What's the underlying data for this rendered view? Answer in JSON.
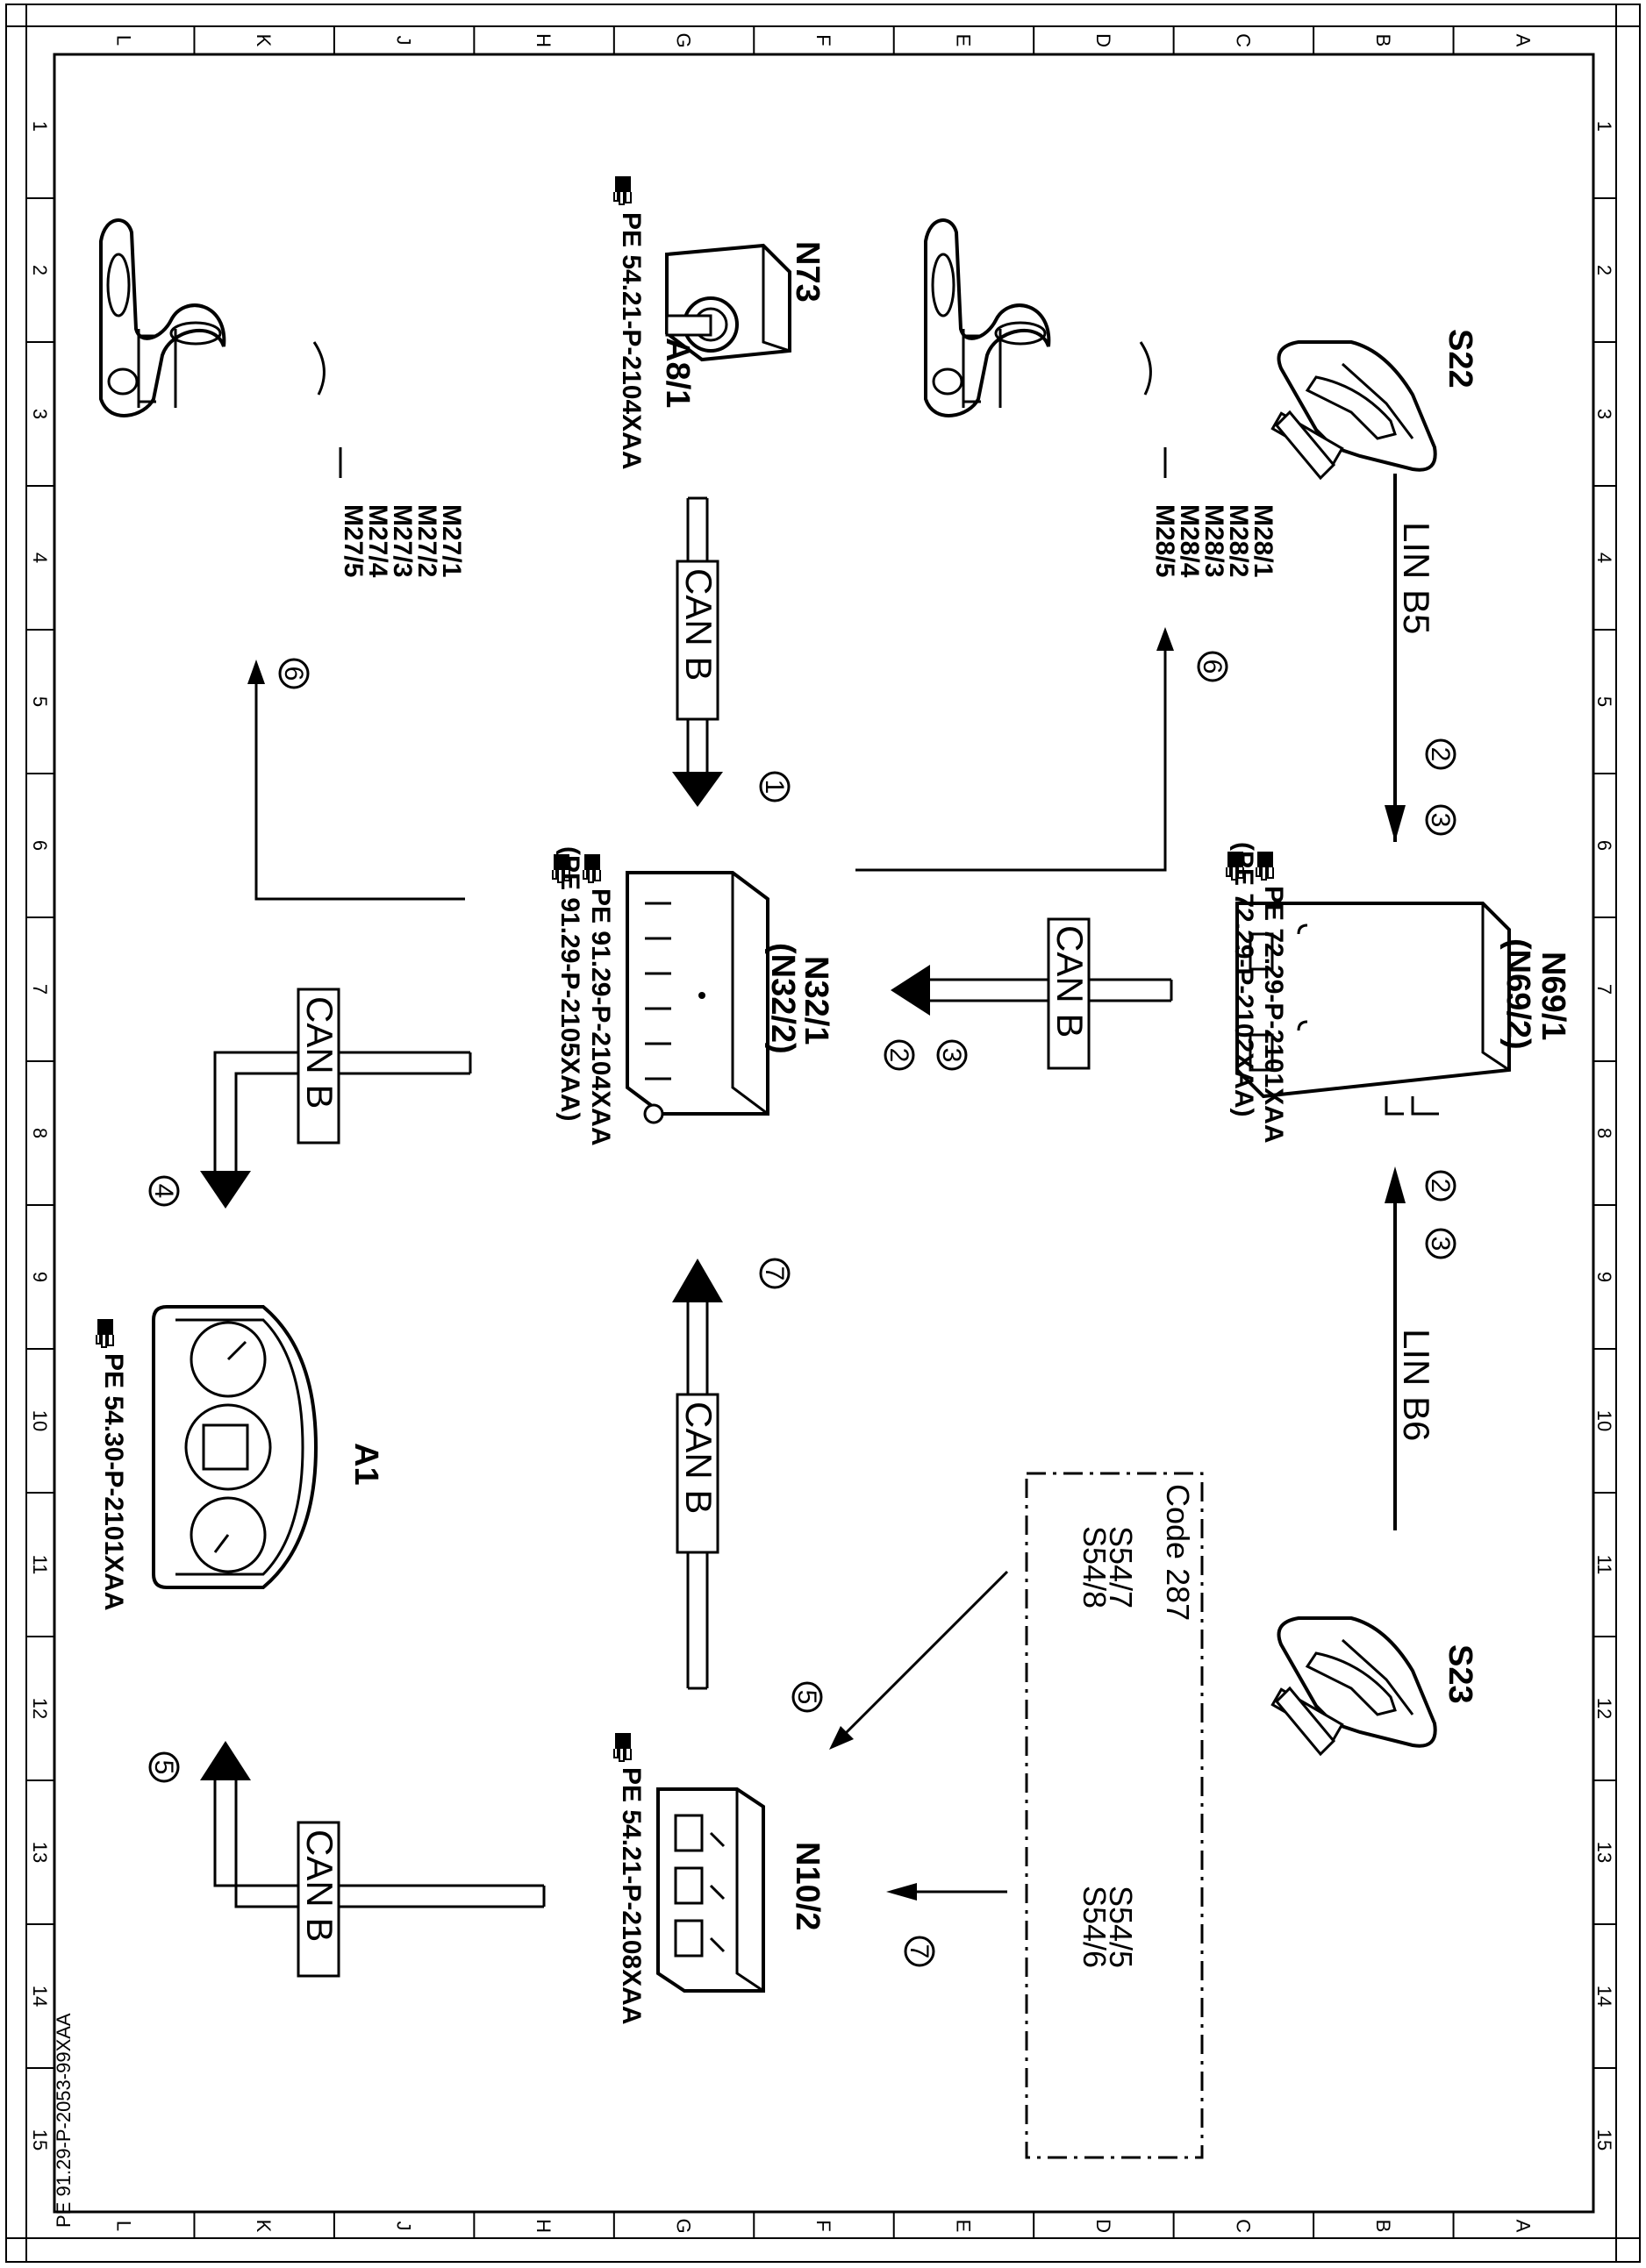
{
  "frame": {
    "columns": [
      "L",
      "K",
      "J",
      "H",
      "G",
      "F",
      "E",
      "D",
      "C",
      "B",
      "A"
    ],
    "rows": [
      "1",
      "2",
      "3",
      "4",
      "5",
      "6",
      "7",
      "8",
      "9",
      "10",
      "11",
      "12",
      "13",
      "14",
      "15"
    ],
    "document_number": "PE 91.29-P-2053-99XAA"
  },
  "components": {
    "s22": "S22",
    "s23": "S23",
    "m28": [
      "M28/1",
      "M28/2",
      "M28/3",
      "M28/4",
      "M28/5"
    ],
    "m27": [
      "M27/1",
      "M27/2",
      "M27/3",
      "M27/4",
      "M27/5"
    ],
    "n73": "N73",
    "a8": "A8/1",
    "n73_ref": "PE 54.21-P-2104XAA",
    "n69": [
      "N69/1",
      "(N69/2)"
    ],
    "n69_refs": [
      "PE 72.29-P-2101XAA",
      "(PE 72.29-P-2102XAA)"
    ],
    "n32": [
      "N32/1",
      "(N32/2)"
    ],
    "n32_refs": [
      "PE 91.29-P-2104XAA",
      "(PE 91.29-P-2105XAA)"
    ],
    "a1": "A1",
    "a1_ref": "PE 54.30-P-2101XAA",
    "n10": "N10/2",
    "n10_ref": "PE 54.21-P-2108XAA",
    "code_box": {
      "title": "Code 287",
      "group1": [
        "S54/7",
        "S54/8"
      ],
      "group2": [
        "S54/5",
        "S54/6"
      ]
    }
  },
  "buses": {
    "lin_b5": "LIN B5",
    "lin_b6": "LIN B6",
    "can_b": "CAN B"
  },
  "callouts": {
    "c1": "1",
    "c2": "2",
    "c3": "3",
    "c4": "4",
    "c5": "5",
    "c6": "6",
    "c7": "7"
  },
  "icons": [
    "hand-pointer-icon",
    "seat-switch-icon",
    "seat-motor-icon",
    "ignition-switch-icon",
    "control-unit-icon",
    "instrument-cluster-icon",
    "relay-module-icon"
  ]
}
